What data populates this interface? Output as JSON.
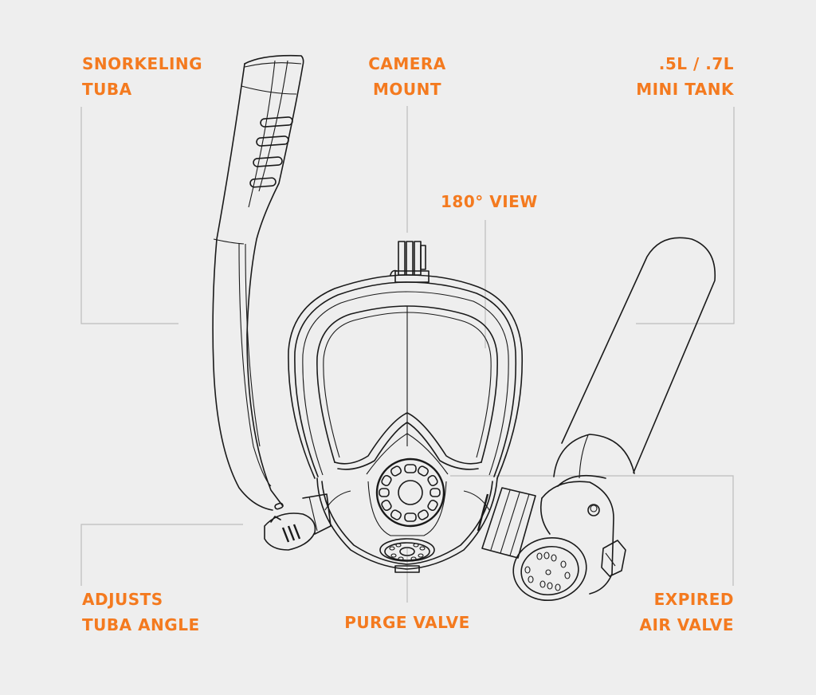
{
  "diagram": {
    "type": "product-callout",
    "subject": "full-face snorkel mask with mini tank",
    "background_color": "#eeeeee",
    "accent_color": "#f47a1f",
    "line_color": "#1a1a1a",
    "leader_color": "#bdbdbd"
  },
  "callouts": {
    "snorkeling_tuba": {
      "line1": "SNORKELING",
      "line2": "TUBA"
    },
    "camera_mount": {
      "line1": "CAMERA",
      "line2": "MOUNT"
    },
    "mini_tank": {
      "line1": ".5L / .7L",
      "line2": "MINI TANK"
    },
    "view": {
      "line1": "180° VIEW"
    },
    "adjusts_tuba_angle": {
      "line1": "ADJUSTS",
      "line2": "TUBA ANGLE"
    },
    "purge_valve": {
      "line1": "PURGE VALVE"
    },
    "expired_air_valve": {
      "line1": "EXPIRED",
      "line2": "AIR VALVE"
    }
  }
}
